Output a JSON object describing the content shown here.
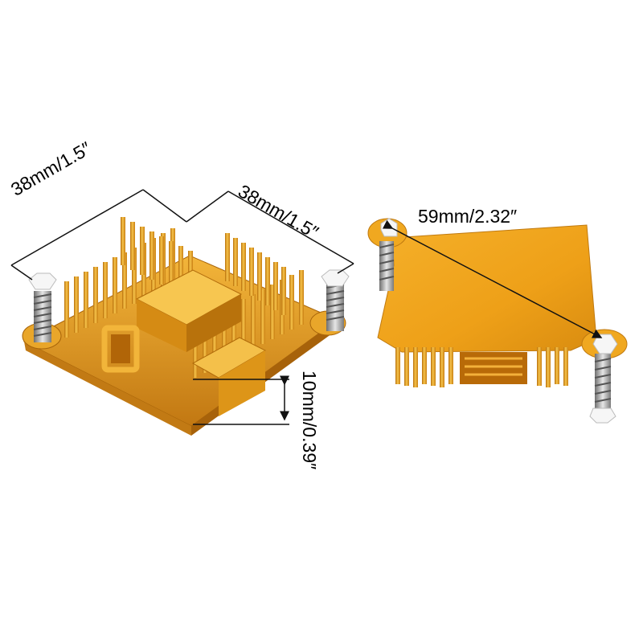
{
  "labels": {
    "width_left": "38mm/1.5″",
    "width_right": "38mm/1.5″",
    "height": "10mm/0.39″",
    "diagonal": "59mm/2.32″"
  },
  "colors": {
    "background": "#ffffff",
    "gold_light": "#f2b83a",
    "gold_mid": "#e09a1c",
    "gold_dark": "#b36a08",
    "gold_face": "#f0a81e",
    "spring": "#9a9a9a",
    "post": "#f4f4f4",
    "dimension_line": "#111111"
  }
}
